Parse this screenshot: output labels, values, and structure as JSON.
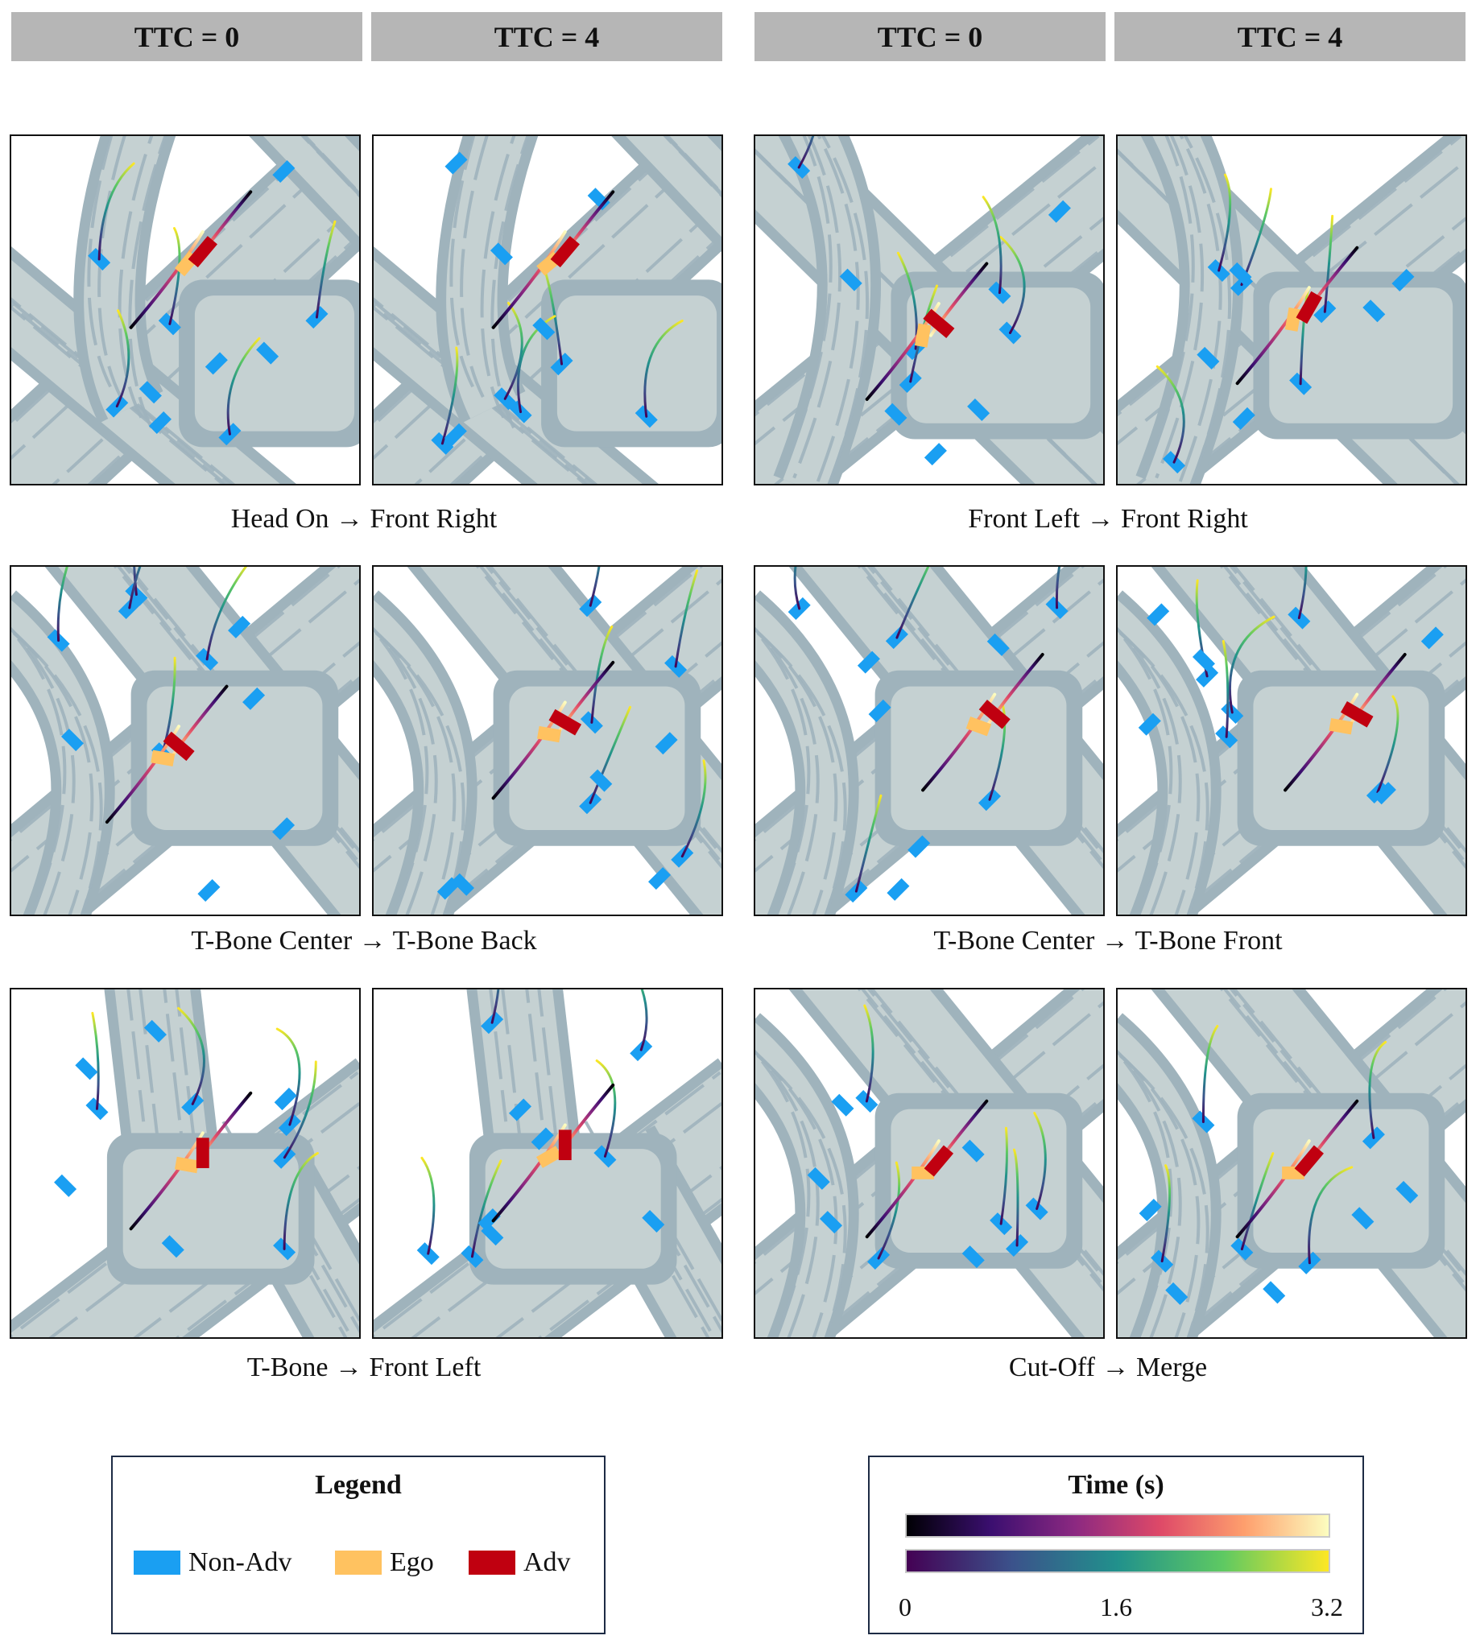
{
  "column_headers": [
    "TTC = 0",
    "TTC = 4",
    "TTC = 0",
    "TTC = 4"
  ],
  "captions": [
    "Head On → Front Right",
    "Front Left → Front Right",
    "T-Bone Center → T-Bone Back",
    "T-Bone Center → T-Bone Front",
    "T-Bone → Front Left",
    "Cut-Off → Merge"
  ],
  "legend": {
    "title": "Legend",
    "items": [
      {
        "label": "Non-Adv",
        "color": "#1a9ff2"
      },
      {
        "label": "Ego",
        "color": "#ffc260"
      },
      {
        "label": "Adv",
        "color": "#c00010"
      }
    ]
  },
  "colorbar": {
    "title": "Time (s)",
    "ticks": [
      "0",
      "1.6",
      "3.2"
    ],
    "min": 0,
    "max": 3.2,
    "inferno": [
      "#000004",
      "#3b0f70",
      "#8c2981",
      "#de4968",
      "#fe9f6d",
      "#fcfdbf"
    ],
    "viridis": [
      "#440154",
      "#3b528b",
      "#21918c",
      "#5ec962",
      "#fde725"
    ]
  },
  "colors": {
    "road_outer": "#9fb3bc",
    "road_inner": "#c5d1d2",
    "lane_divider": "#9fb3bc",
    "header_bg": "#b6b6b6"
  }
}
